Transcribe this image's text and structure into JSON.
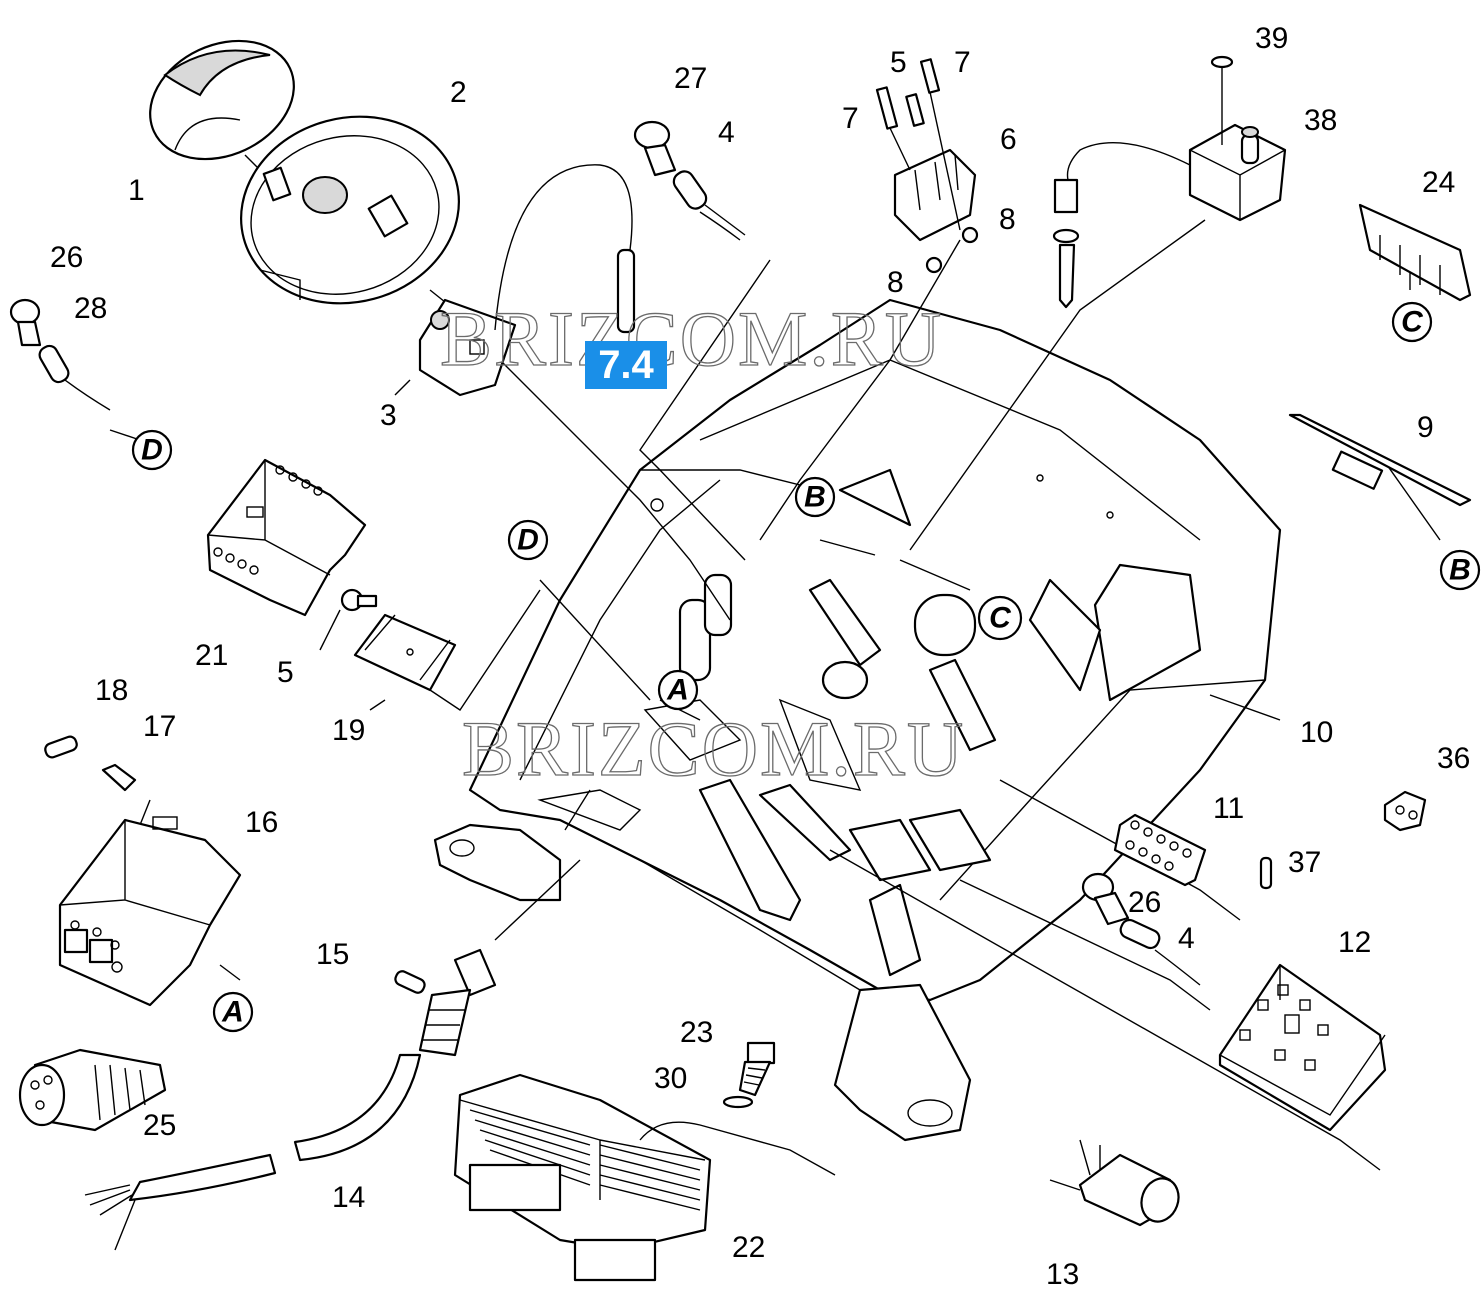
{
  "section_badge": "7.4",
  "badge_color": "#1a8fe8",
  "watermarks": [
    "BRIZCOM.RU",
    "BRIZCOM.RU"
  ],
  "part_labels": [
    "1",
    "2",
    "3",
    "4",
    "4",
    "5",
    "5",
    "6",
    "7",
    "7",
    "8",
    "8",
    "9",
    "10",
    "11",
    "12",
    "13",
    "14",
    "15",
    "16",
    "17",
    "18",
    "19",
    "21",
    "22",
    "23",
    "24",
    "25",
    "26",
    "26",
    "27",
    "28",
    "30",
    "36",
    "37",
    "38",
    "39"
  ],
  "connector_labels": [
    "A",
    "A",
    "B",
    "B",
    "C",
    "C",
    "D",
    "D"
  ]
}
